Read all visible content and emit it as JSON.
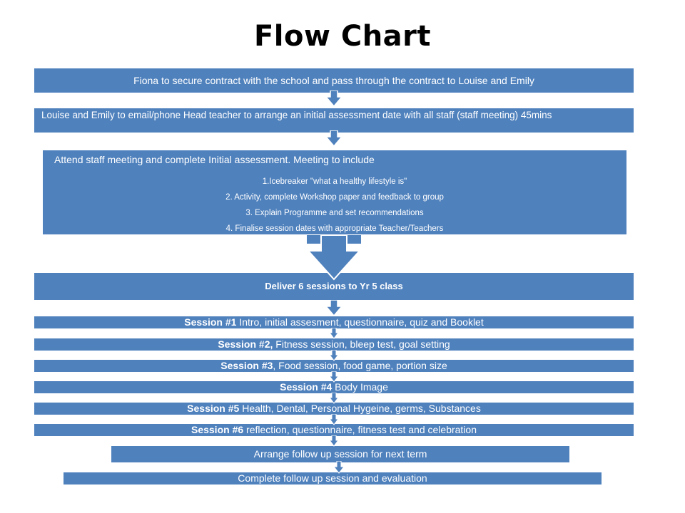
{
  "title": "Flow Chart",
  "steps": {
    "secure_contract": "Fiona to secure contract with the school and pass through the contract to Louise and Emily",
    "arrange_assessment": "Louise and Emily to email/phone Head teacher to arrange an initial assessment date with all staff (staff meeting) 45mins",
    "staff_meeting": {
      "heading": "Attend staff meeting and complete Initial assessment. Meeting to include",
      "items": [
        "1.Icebreaker \"what a healthy lifestyle is\"",
        "2. Activity, complete Workshop paper and feedback to group",
        "3. Explain Programme and set recommendations",
        "4. Finalise session dates with appropriate Teacher/Teachers"
      ]
    },
    "deliver": "Deliver 6 sessions to Yr 5 class",
    "sessions": [
      {
        "label": "Session #1",
        "text": " Intro, initial assesment, questionnaire, quiz and Booklet"
      },
      {
        "label": "Session #2,",
        "text": " Fitness session, bleep test, goal setting"
      },
      {
        "label": "Session #3",
        "text": ", Food session, food game, portion size"
      },
      {
        "label": "Session #4",
        "text": " Body Image"
      },
      {
        "label": "Session #5",
        "text": " Health, Dental, Personal Hygeine, germs, Substances"
      },
      {
        "label": "Session #6",
        "text": " reflection, questionnaire, fitness test and celebration"
      }
    ],
    "follow_up": "Arrange follow up session for next term",
    "evaluation": "Complete follow up session and evaluation"
  },
  "colors": {
    "box_fill": "#4f81bd",
    "box_text": "#ffffff",
    "arrow_fill": "#4f81bd",
    "arrow_stroke": "#ffffff"
  }
}
